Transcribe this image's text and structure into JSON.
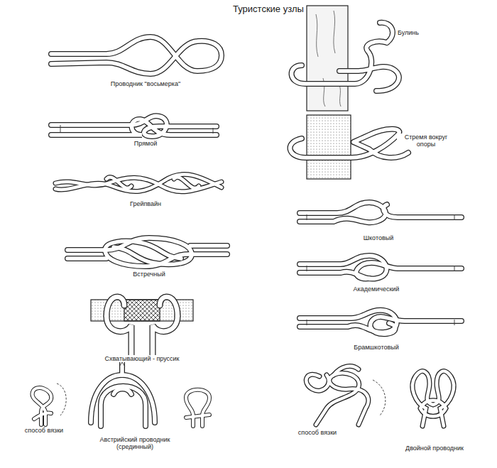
{
  "diagram": {
    "title": "Туристские узлы",
    "labels": [
      "Проводник \"восьмерка\"",
      "Прямой",
      "Грейпвайн",
      "Встречный",
      "Схватывающий - пруссик",
      "способ вязки",
      "Австрийский проводник (срединный)",
      "Булинь",
      "Стремя вокруг опоры",
      "Шкотовый",
      "Академический",
      "Брамшкотовый",
      "способ вязки",
      "Двойной проводник"
    ]
  }
}
